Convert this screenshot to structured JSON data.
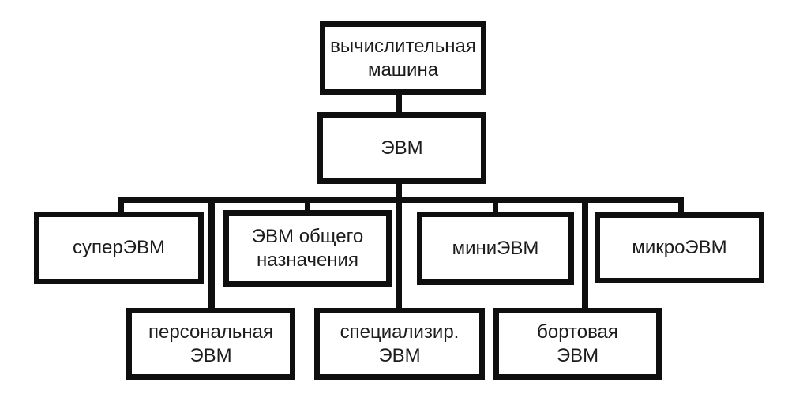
{
  "diagram": {
    "type": "hierarchy-flowchart",
    "background_color": "#ffffff",
    "line_color": "#0f0f0f",
    "box_fill_color": "#ffffff",
    "text_color": "#1c1c1c",
    "nodes": {
      "root": {
        "label": "вычислительная\nмашина"
      },
      "evm": {
        "label": "ЭВМ"
      },
      "super": {
        "label": "суперЭВМ"
      },
      "general": {
        "label": "ЭВМ общего\nназначения"
      },
      "mini": {
        "label": "миниЭВМ"
      },
      "micro": {
        "label": "микроЭВМ"
      },
      "personal": {
        "label": "персональная\nЭВМ"
      },
      "special": {
        "label": "специализир.\nЭВМ"
      },
      "onboard": {
        "label": "бортовая\nЭВМ"
      }
    },
    "edges": [
      {
        "from": "root",
        "to": "evm"
      },
      {
        "from": "evm",
        "to": "super"
      },
      {
        "from": "evm",
        "to": "general"
      },
      {
        "from": "evm",
        "to": "mini"
      },
      {
        "from": "evm",
        "to": "micro"
      },
      {
        "from": "evm",
        "to": "personal"
      },
      {
        "from": "evm",
        "to": "special"
      },
      {
        "from": "evm",
        "to": "onboard"
      }
    ]
  }
}
